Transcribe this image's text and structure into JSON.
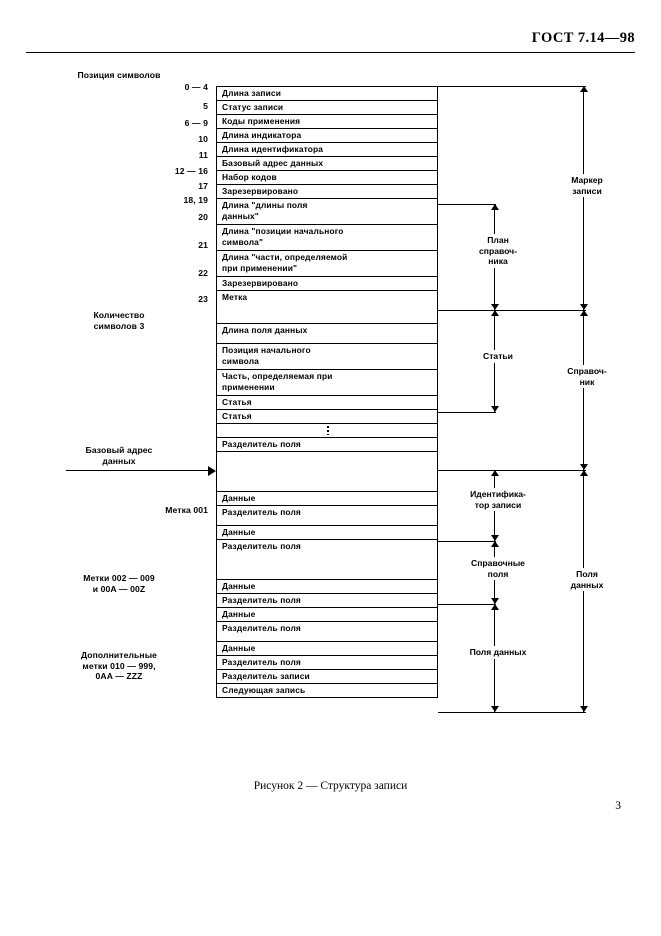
{
  "header": {
    "standard": "ГОСТ 7.14—98"
  },
  "figure": {
    "caption": "Рисунок 2 — Структура записи",
    "page_number": "3",
    "left_labels": {
      "positions_title": "Позиция символов",
      "positions": [
        "0 — 4",
        "5",
        "6 — 9",
        "10",
        "11",
        "12 — 16",
        "17",
        "18, 19",
        "20",
        "21",
        "22",
        "23"
      ],
      "char_count": "Количество\nсимволов 3",
      "base_address": "Базовый адрес\nданных",
      "tag_001": "Метка  001",
      "tags_002_009": "Метки  002 — 009\nи 00A — 00Z",
      "tags_extra": "Дополнительные\nметки  010 — 999,\n0AA — ZZZ"
    },
    "rows": [
      {
        "label": "Длина записи",
        "size": "h1"
      },
      {
        "label": "Статус записи",
        "size": "h1"
      },
      {
        "label": "Коды применения",
        "size": "h1"
      },
      {
        "label": "Длина индикатора",
        "size": "h1"
      },
      {
        "label": "Длина идентификатора",
        "size": "h1"
      },
      {
        "label": "Базовый адрес данных",
        "size": "h1"
      },
      {
        "label": "Набор кодов",
        "size": "h1"
      },
      {
        "label": "Зарезервировано",
        "size": "h1"
      },
      {
        "label": "Длина \"длины поля\nданных\"",
        "size": "h2"
      },
      {
        "label": "Длина \"позиции начального\nсимвола\"",
        "size": "h2"
      },
      {
        "label": "Длина \"части, определяемой\nпри применении\"",
        "size": "h2"
      },
      {
        "label": "Зарезервировано",
        "size": "h1"
      },
      {
        "label": "Метка",
        "size": "tall"
      },
      {
        "label": "Длина поля данных",
        "size": "h3"
      },
      {
        "label": "Позиция начального\nсимвола",
        "size": "h2"
      },
      {
        "label": "Часть, определяемая при\nприменении",
        "size": "h2"
      },
      {
        "label": "Статья",
        "size": "h1"
      },
      {
        "label": "Статья",
        "size": "h1"
      },
      {
        "label": "",
        "size": "h1",
        "ellipsis": true
      },
      {
        "label": "Разделитель поля",
        "size": "h1"
      },
      {
        "label": "",
        "size": "xtall"
      },
      {
        "label": "Данные",
        "size": "h1"
      },
      {
        "label": "Разделитель поля",
        "size": "h3"
      },
      {
        "label": "Данные",
        "size": "h1"
      },
      {
        "label": "Разделитель поля",
        "size": "xtall"
      },
      {
        "label": "Данные",
        "size": "h1"
      },
      {
        "label": "Разделитель поля",
        "size": "h1"
      },
      {
        "label": "Данные",
        "size": "h1"
      },
      {
        "label": "Разделитель поля",
        "size": "h3"
      },
      {
        "label": "Данные",
        "size": "h1"
      },
      {
        "label": "Разделитель поля",
        "size": "h1"
      },
      {
        "label": "Разделитель записи",
        "size": "h1"
      },
      {
        "label": "Следующая запись",
        "size": "h1"
      }
    ],
    "brackets": {
      "record_marker": "Маркер\nзаписи",
      "directory_plan": "План\nсправоч-\nника",
      "directory": "Справоч-\nник",
      "article": "Статьи",
      "record_identifier": "Идентифика-\nтор записи",
      "reference_fields": "Справочные\nполя",
      "data_fields_inner": "Поля данных",
      "data_fields_outer": "Поля\nданных"
    }
  }
}
